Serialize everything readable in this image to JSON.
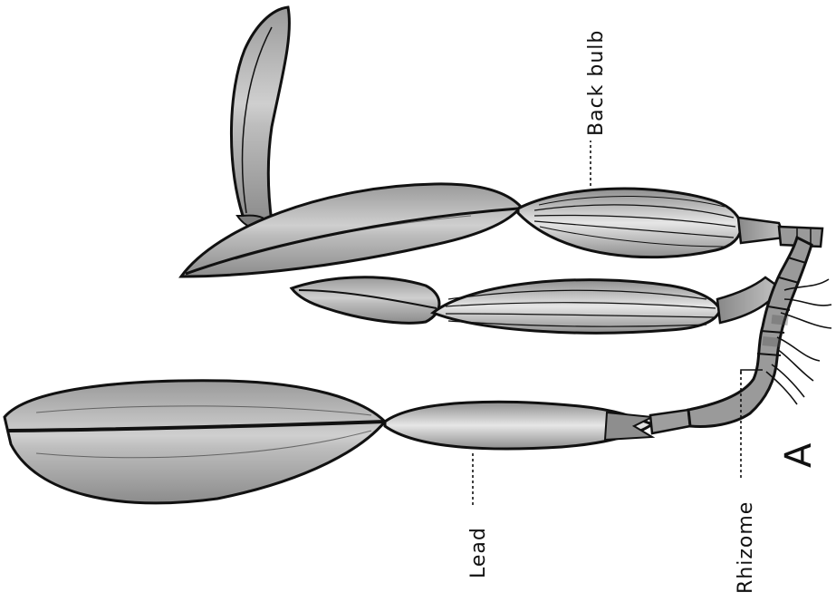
{
  "figure": {
    "panel_letter": "A",
    "labels": {
      "back_bulb": "Back bulb",
      "lead": "Lead",
      "rhizome": "Rhizome"
    },
    "colors": {
      "ink": "#111111",
      "shade_dark": "#7a7a7a",
      "shade_mid": "#a9a9a9",
      "shade_light": "#d4d4d4",
      "paper": "#ffffff"
    }
  }
}
